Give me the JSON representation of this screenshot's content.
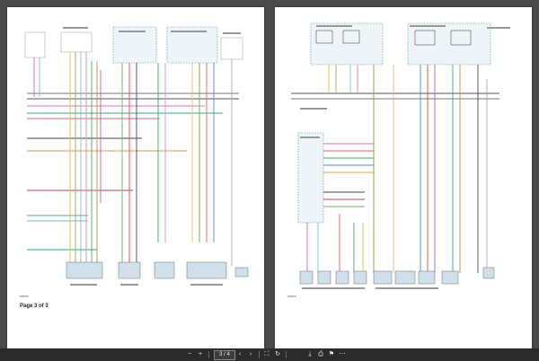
{
  "pages": {
    "left": {
      "footer": "Page 3 of 3",
      "corner_id": "W0006"
    },
    "right": {
      "corner_id": "W0014"
    }
  },
  "toolbar": {
    "page_indicator": "3 / 4",
    "icons": [
      "zoom-out-icon",
      "zoom-in-icon",
      "previous-page-icon",
      "next-page-icon",
      "fit-page-icon",
      "rotate-icon",
      "download-icon",
      "print-icon",
      "bookmark-icon",
      "more-icon"
    ]
  }
}
